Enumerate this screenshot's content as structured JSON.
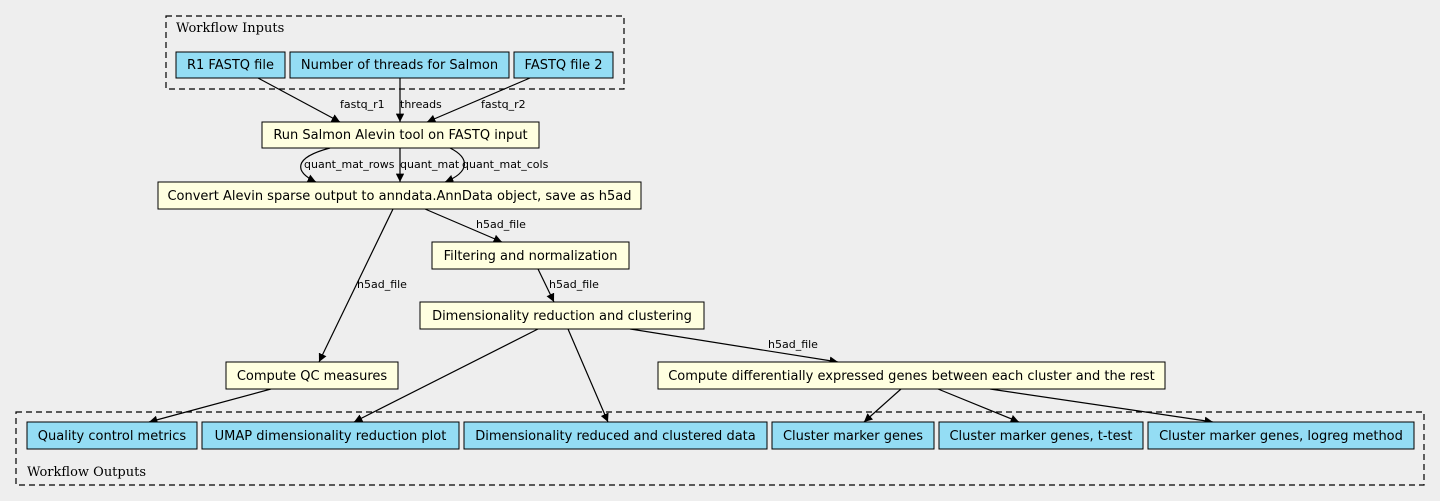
{
  "colors": {
    "background": "#eeeeee",
    "io_node": "#94ddf4",
    "step_node": "#ffffe0",
    "stroke": "#000000"
  },
  "clusters": {
    "inputs": {
      "label": "Workflow Inputs"
    },
    "outputs": {
      "label": "Workflow Outputs"
    }
  },
  "nodes": {
    "in_r1": "R1 FASTQ file",
    "in_threads": "Number of threads for Salmon",
    "in_fastq2": "FASTQ file 2",
    "salmon": "Run Salmon Alevin tool on FASTQ input",
    "convert": "Convert Alevin sparse output to anndata.AnnData object, save as h5ad",
    "filter": "Filtering and normalization",
    "dimred": "Dimensionality reduction and clustering",
    "qc": "Compute QC measures",
    "diffexp": "Compute differentially expressed genes between each cluster and the rest",
    "out_qc": "Quality control metrics",
    "out_umap": "UMAP dimensionality reduction plot",
    "out_dimred": "Dimensionality reduced and clustered data",
    "out_markers": "Cluster marker genes",
    "out_markers_t": "Cluster marker genes, t-test",
    "out_markers_logreg": "Cluster marker genes, logreg method"
  },
  "edge_labels": {
    "fastq_r1": "fastq_r1",
    "threads": "threads",
    "fastq_r2": "fastq_r2",
    "quant_mat_rows": "quant_mat_rows",
    "quant_mat": "quant_mat",
    "quant_mat_cols": "quant_mat_cols",
    "h5ad_to_filter": "h5ad_file",
    "h5ad_to_qc": "h5ad_file",
    "h5ad_to_dimred": "h5ad_file",
    "h5ad_to_diffexp": "h5ad_file"
  }
}
